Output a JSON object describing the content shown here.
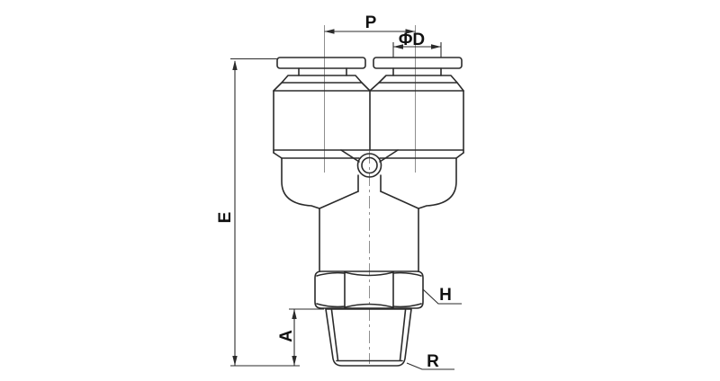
{
  "drawing": {
    "type": "technical-drawing",
    "subject": "push-to-connect Y union pneumatic fitting, front view with dimensions",
    "view": "front elevation"
  },
  "colors": {
    "outline": "#2b2b2b",
    "dimension": "#2b2b2b",
    "centerline": "#8f8f8f",
    "label": "#111111",
    "background": "#ffffff"
  },
  "labels": {
    "p": "P",
    "phi_d": "ΦD",
    "e": "E",
    "a": "A",
    "h": "H",
    "r": "R"
  }
}
